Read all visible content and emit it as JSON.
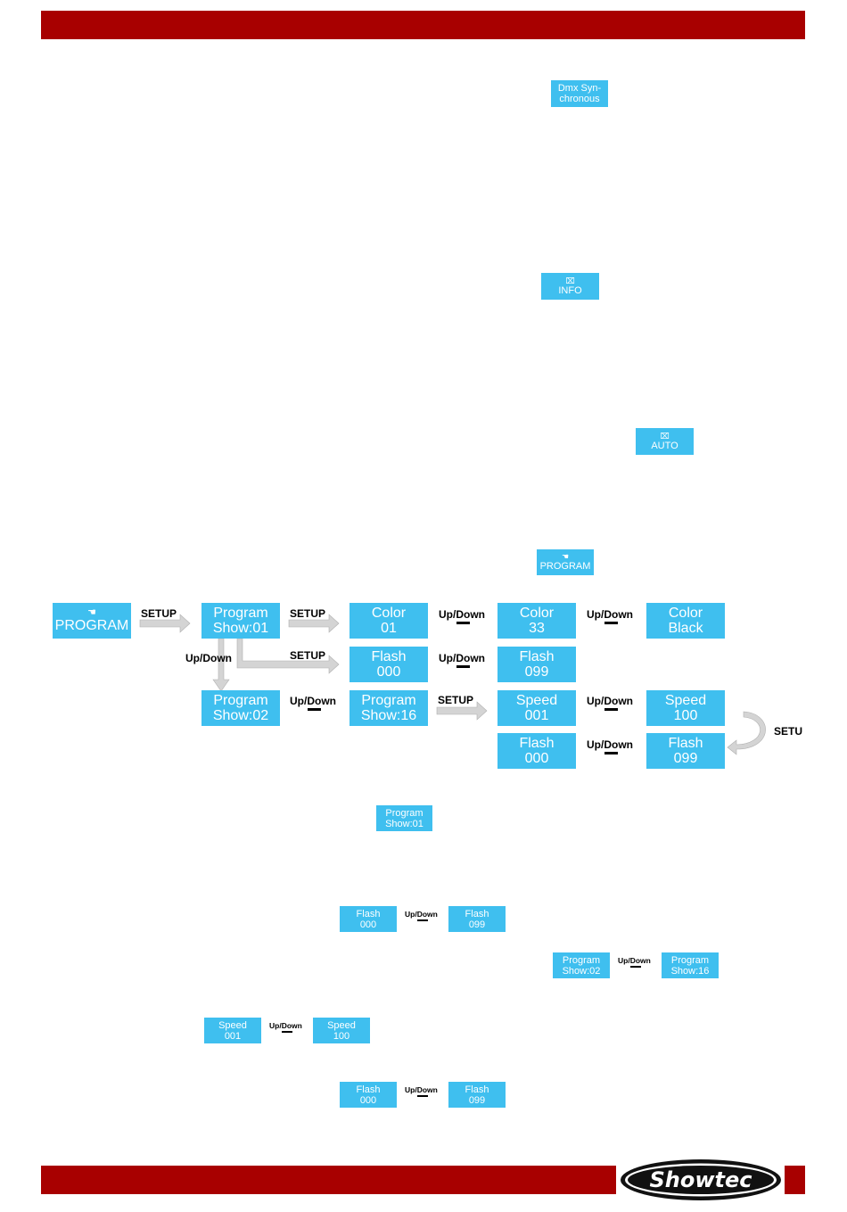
{
  "brand": {
    "name": "Showtec",
    "accent_color": "#a80000",
    "lcd_color": "#3fbfef"
  },
  "badges": {
    "dmx_sync": [
      "Dmx Syn-",
      "chronous"
    ],
    "info": {
      "icon": "info-icon",
      "label": "INFO"
    },
    "auto": {
      "icon": "auto-icon",
      "label": "AUTO"
    },
    "program": {
      "icon": "hand-icon",
      "label": "PROGRAM"
    }
  },
  "labels": {
    "setup": "SETUP",
    "updown": "Up/Down",
    "setup_cut": "SETU"
  },
  "diagram": {
    "program": {
      "icon": "hand-icon",
      "label": "PROGRAM"
    },
    "program_show01": [
      "Program",
      "Show:01"
    ],
    "program_show02": [
      "Program",
      "Show:02"
    ],
    "program_show16": [
      "Program",
      "Show:16"
    ],
    "color01": [
      "Color",
      "01"
    ],
    "color33": [
      "Color",
      "33"
    ],
    "color_black": [
      "Color",
      "Black"
    ],
    "flash000_a": [
      "Flash",
      "000"
    ],
    "flash099_a": [
      "Flash",
      "099"
    ],
    "speed001": [
      "Speed",
      "001"
    ],
    "speed100": [
      "Speed",
      "100"
    ],
    "flash000_b": [
      "Flash",
      "000"
    ],
    "flash099_b": [
      "Flash",
      "099"
    ]
  },
  "inline": {
    "program_show01": [
      "Program",
      "Show:01"
    ],
    "flash000_1": [
      "Flash",
      "000"
    ],
    "flash099_1": [
      "Flash",
      "099"
    ],
    "program_show02": [
      "Program",
      "Show:02"
    ],
    "program_show16": [
      "Program",
      "Show:16"
    ],
    "speed001": [
      "Speed",
      "001"
    ],
    "speed100": [
      "Speed",
      "100"
    ],
    "flash000_2": [
      "Flash",
      "000"
    ],
    "flash099_2": [
      "Flash",
      "099"
    ]
  }
}
